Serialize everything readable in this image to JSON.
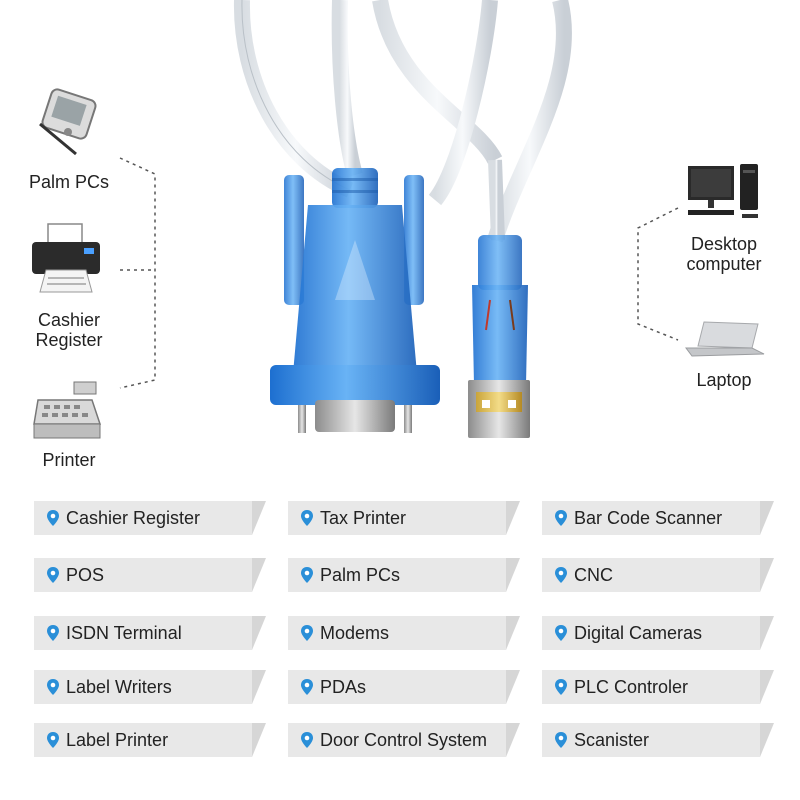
{
  "devices_left": [
    {
      "label": "Palm PCs",
      "icon": "pda-icon"
    },
    {
      "label": "Cashier\nRegister",
      "icon": "printer-icon"
    },
    {
      "label": "Printer",
      "icon": "cash-register-icon"
    }
  ],
  "devices_right": [
    {
      "label": "Desktop\ncomputer",
      "icon": "desktop-computer-icon"
    },
    {
      "label": "Laptop",
      "icon": "laptop-icon"
    }
  ],
  "applications": [
    "Cashier Register",
    "Tax Printer",
    "Bar Code Scanner",
    "POS",
    "Palm PCs",
    "CNC",
    "ISDN Terminal",
    "Modems",
    "Digital Cameras",
    "Label Writers",
    "PDAs",
    "PLC Controler",
    "Label Printer",
    "Door Control System",
    "Scanister"
  ],
  "colors": {
    "accent_blue": "#2a8fd8",
    "connector_blue": "#3b8fe0",
    "tile_bg": "#e8e8e8",
    "dash": "#555555"
  }
}
